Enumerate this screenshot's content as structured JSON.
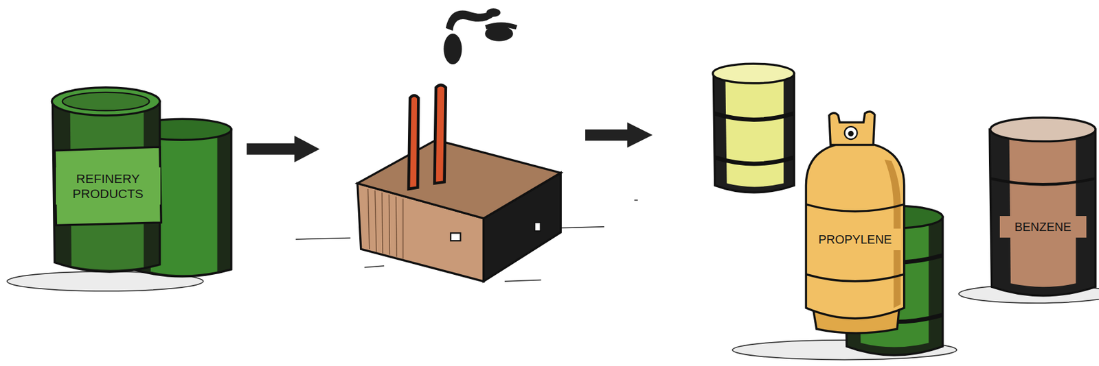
{
  "diagram": {
    "nodes": [
      {
        "text": [
          "REFINERY PRODUCTS"
        ]
      },
      {
        "text": [
          "PROPYLENE"
        ]
      },
      {
        "text": [
          "BENZENE"
        ]
      }
    ]
  }
}
